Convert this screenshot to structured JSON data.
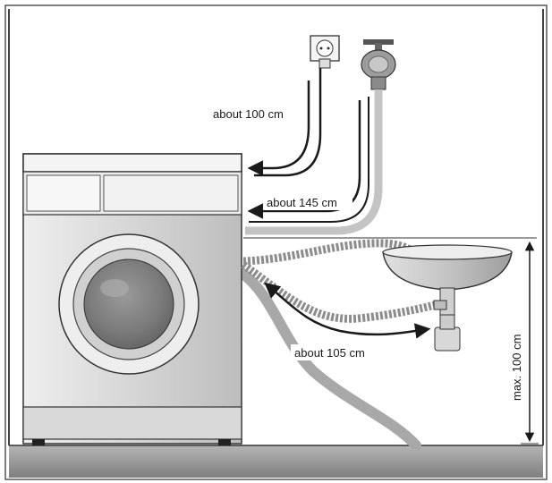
{
  "labels": {
    "power_cable": "about 100 cm",
    "inlet_hose": "about 145 cm",
    "drain_hose": "about 105 cm",
    "max_height": "max. 100 cm"
  },
  "colors": {
    "line": "#1a1a1a",
    "machine_body": "#dcdcdc",
    "hose": "#b8b8b8",
    "floor": "#9a9a9a"
  }
}
